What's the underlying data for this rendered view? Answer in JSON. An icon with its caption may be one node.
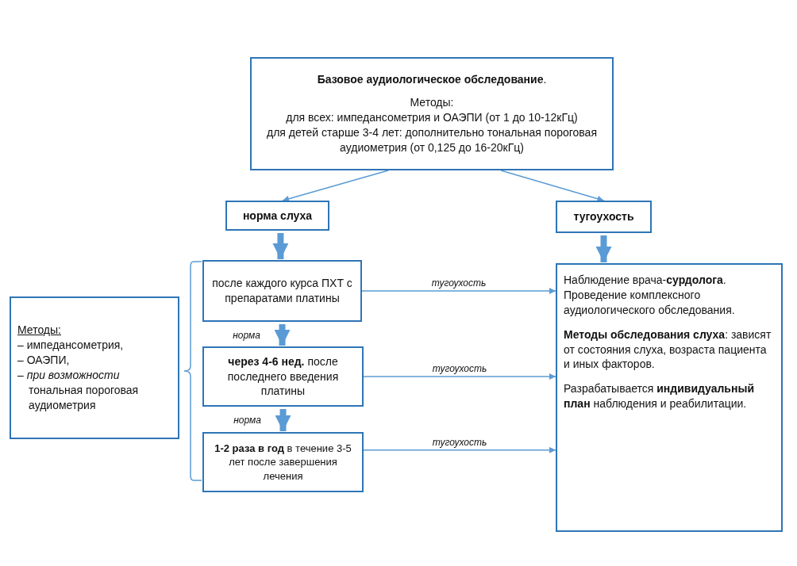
{
  "diagram": {
    "nodes": [
      {
        "text": [
          "**Базовое аудиологическое обследование**.",
          "Методы:",
          "для всех: импедансометрия и ОАЭПИ (от 1 до 10-12кГц)",
          "для детей старше 3-4 лет: дополнительно тональная пороговая аудиометрия (от 0,125 до 16-20кГц)"
        ]
      },
      {
        "text": [
          "норма слуха"
        ]
      },
      {
        "text": [
          "тугоухость"
        ]
      },
      {
        "text": [
          "после каждого курса ПХТ с препаратами платины"
        ]
      },
      {
        "text": [
          "**через 4-6 нед.** после последнего введения платины"
        ]
      },
      {
        "text": [
          "**1-2 раза в год** в течение 3-5 лет после завершения лечения"
        ]
      },
      {
        "text": [
          "Методы:",
          "– импедансометрия,",
          "– ОАЭПИ,",
          "– *при возможности* тональная пороговая аудиометрия"
        ]
      },
      {
        "text": [
          "Наблюдение врача-**сурдолога**. Проведение комплексного аудиологического обследования.",
          "**Методы обследования слуха**: зависят от состояния слуха, возраста пациента и иных факторов.",
          "Разрабатывается **индивидуальный план** наблюдения и реабилитации."
        ]
      }
    ],
    "edges": [
      {
        "from": 0,
        "to": 1,
        "arrow": "to"
      },
      {
        "from": 0,
        "to": 2,
        "arrow": "to"
      },
      {
        "from": 1,
        "to": 3,
        "arrow": "to",
        "style": "thick"
      },
      {
        "from": 3,
        "to": 4,
        "arrow": "to",
        "style": "thick",
        "label": "норма"
      },
      {
        "from": 4,
        "to": 5,
        "arrow": "to",
        "style": "thick",
        "label": "норма"
      },
      {
        "from": 2,
        "to": 7,
        "arrow": "to",
        "style": "thick"
      },
      {
        "from": 3,
        "to": 7,
        "arrow": "to",
        "label": "тугоухость"
      },
      {
        "from": 4,
        "to": 7,
        "arrow": "to",
        "label": "тугоухость"
      },
      {
        "from": 5,
        "to": 7,
        "arrow": "to",
        "label": "тугоухость"
      }
    ]
  }
}
